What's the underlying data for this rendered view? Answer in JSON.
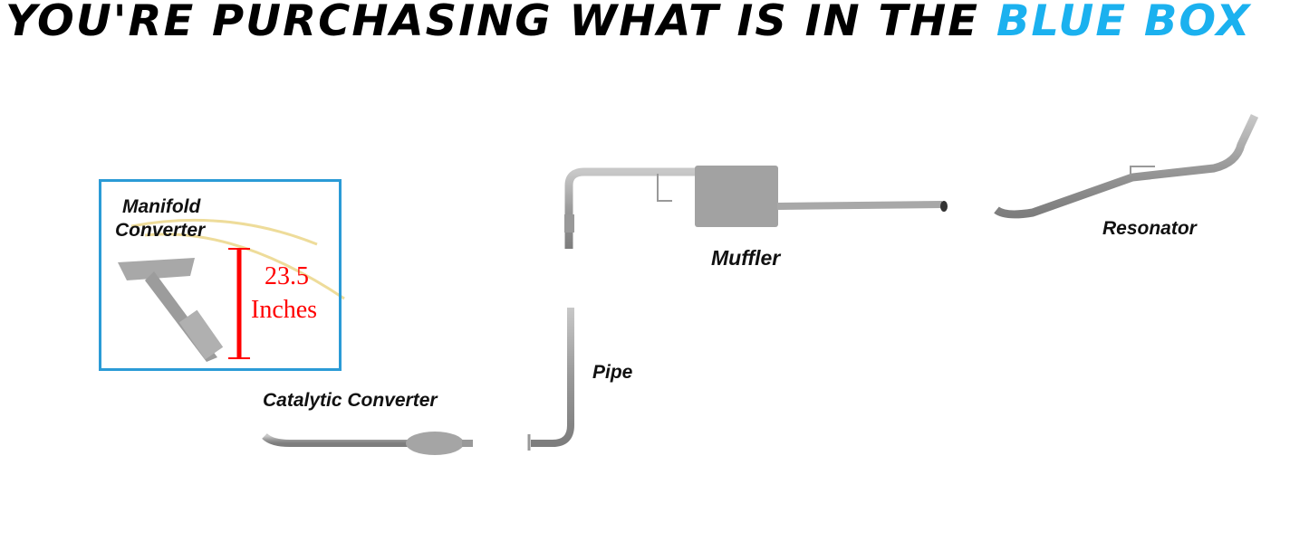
{
  "title": {
    "prefix": "YOU'RE PURCHASING WHAT IS IN THE ",
    "highlight": "BLUE BOX",
    "highlight_color": "#1bb1ef"
  },
  "box_color": "#2b9bd6",
  "parts": {
    "manifold_line1": "Manifold",
    "manifold_line2": "Converter",
    "measurement_value": "23.5",
    "measurement_unit": "Inches",
    "muffler": "Muffler",
    "resonator": "Resonator",
    "pipe": "Pipe",
    "catalytic": "Catalytic Converter"
  }
}
